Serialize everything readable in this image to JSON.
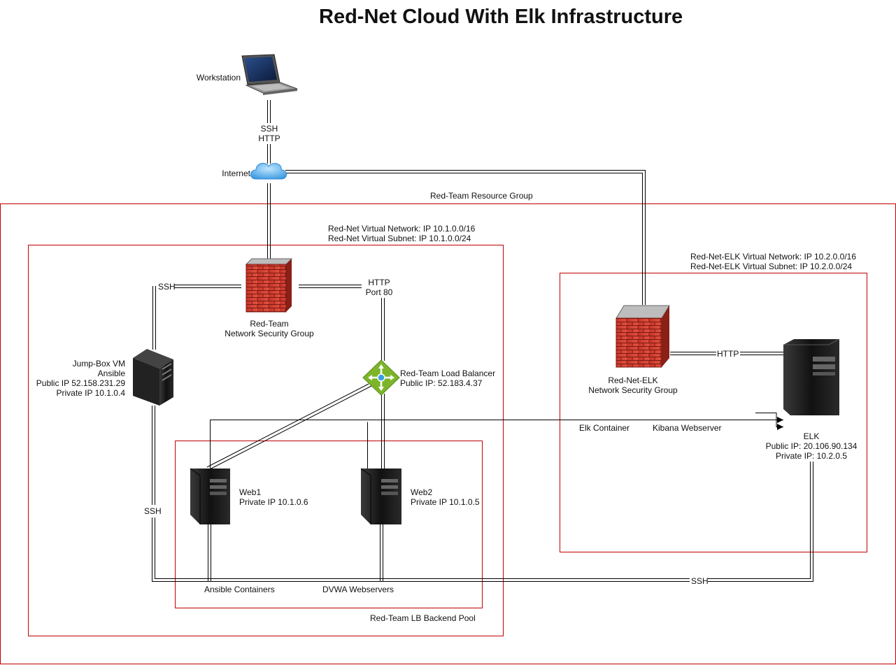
{
  "title": "Red-Net Cloud With Elk Infrastructure",
  "colors": {
    "boundary": "#c00000",
    "line": "#000000",
    "firewall": "#d23b2b",
    "cloud": "#59b4e8",
    "lb": "#7db52a",
    "server": "#1c1c1c"
  },
  "icons": {
    "workstation": "laptop-icon",
    "internet": "cloud-icon",
    "nsg": "firewall-icon",
    "lb": "load-balancer-icon",
    "server": "server-icon"
  },
  "labels": {
    "workstation": "Workstation",
    "ssh": "SSH",
    "http": "HTTP",
    "internet": "Internet",
    "resource_group": "Red-Team Resource Group",
    "vnet": "Red-Net Virtual Network: IP 10.1.0.0/16",
    "vsubnet": "Red-Net Virtual Subnet: IP 10.1.0.0/24",
    "elk_vnet": "Red-Net-ELK Virtual Network: IP 10.2.0.0/16",
    "elk_vsubnet": "Red-Net-ELK Virtual Subnet: IP 10.2.0.0/24",
    "nsg_1": "Red-Team",
    "nsg_2": "Network Security Group",
    "port80": "Port 80",
    "jump_1": "Jump-Box VM",
    "jump_2": "Ansible",
    "jump_3": "Public IP 52.158.231.29",
    "jump_4": "Private IP 10.1.0.4",
    "lb_1": "Red-Team Load Balancer",
    "lb_2": "Public IP: 52.183.4.37",
    "elknsg_1": "Red-Net-ELK",
    "elknsg_2": "Network Security Group",
    "elk_container": "Elk Container",
    "kibana": "Kibana Webserver",
    "elk_1": "ELK",
    "elk_2": "Public IP: 20.106.90.134",
    "elk_3": "Private IP: 10.2.0.5",
    "web1_1": "Web1",
    "web1_2": "Private IP 10.1.0.6",
    "web2_1": "Web2",
    "web2_2": "Private IP 10.1.0.5",
    "ansible_containers": "Ansible Containers",
    "dvwa": "DVWA Webservers",
    "backend_pool": "Red-Team LB Backend Pool"
  }
}
